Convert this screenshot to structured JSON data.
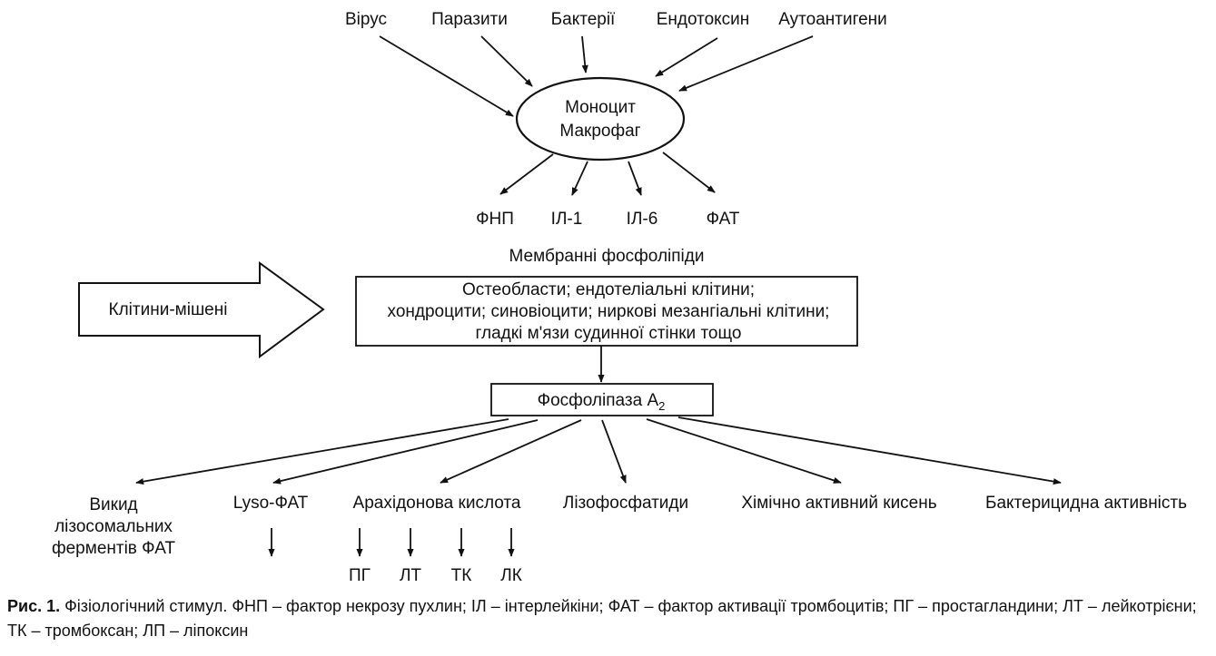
{
  "sources": [
    "Вірус",
    "Паразити",
    "Бактерії",
    "Ендотоксин",
    "Аутоантигени"
  ],
  "cell": {
    "line1": "Моноцит",
    "line2": "Макрофаг"
  },
  "products": [
    "ФНП",
    "ІЛ-1",
    "ІЛ-6",
    "ФАТ"
  ],
  "membrane_label": "Мембранні фосфоліпіди",
  "target_arrow_label": "Клітини-мішені",
  "targets_box": [
    "Остеобласти; ендотеліальні клітини;",
    "хондроцити; синовіоцити; ниркові мезангіальні клітини;",
    "гладкі м'язи судинної стінки тощо"
  ],
  "enzyme": {
    "label": "Фосфоліпаза А",
    "subscript": "2"
  },
  "outputs": {
    "release_lines": [
      "Викид",
      "лізосомальних",
      "ферментів ФАТ"
    ],
    "lyso": "Lyso-ФАТ",
    "arachidonic": "Арахідонова кислота",
    "lysophosphatides": "Лізофосфатиди",
    "oxygen": "Хімічно активний кисень",
    "bactericidal": "Бактерицидна активність"
  },
  "metabolites": [
    "ПГ",
    "ЛТ",
    "ТК",
    "ЛК"
  ],
  "caption": {
    "prefix": "Рис. 1.",
    "text": "Фізіологічний стимул. ФНП – фактор некрозу пухлин; ІЛ – інтерлейкіни; ФАТ – фактор активації тромбоцитів; ПГ – простагландини; ЛТ – лейкотрієни; ТК – тромбоксан; ЛП – ліпоксин"
  }
}
